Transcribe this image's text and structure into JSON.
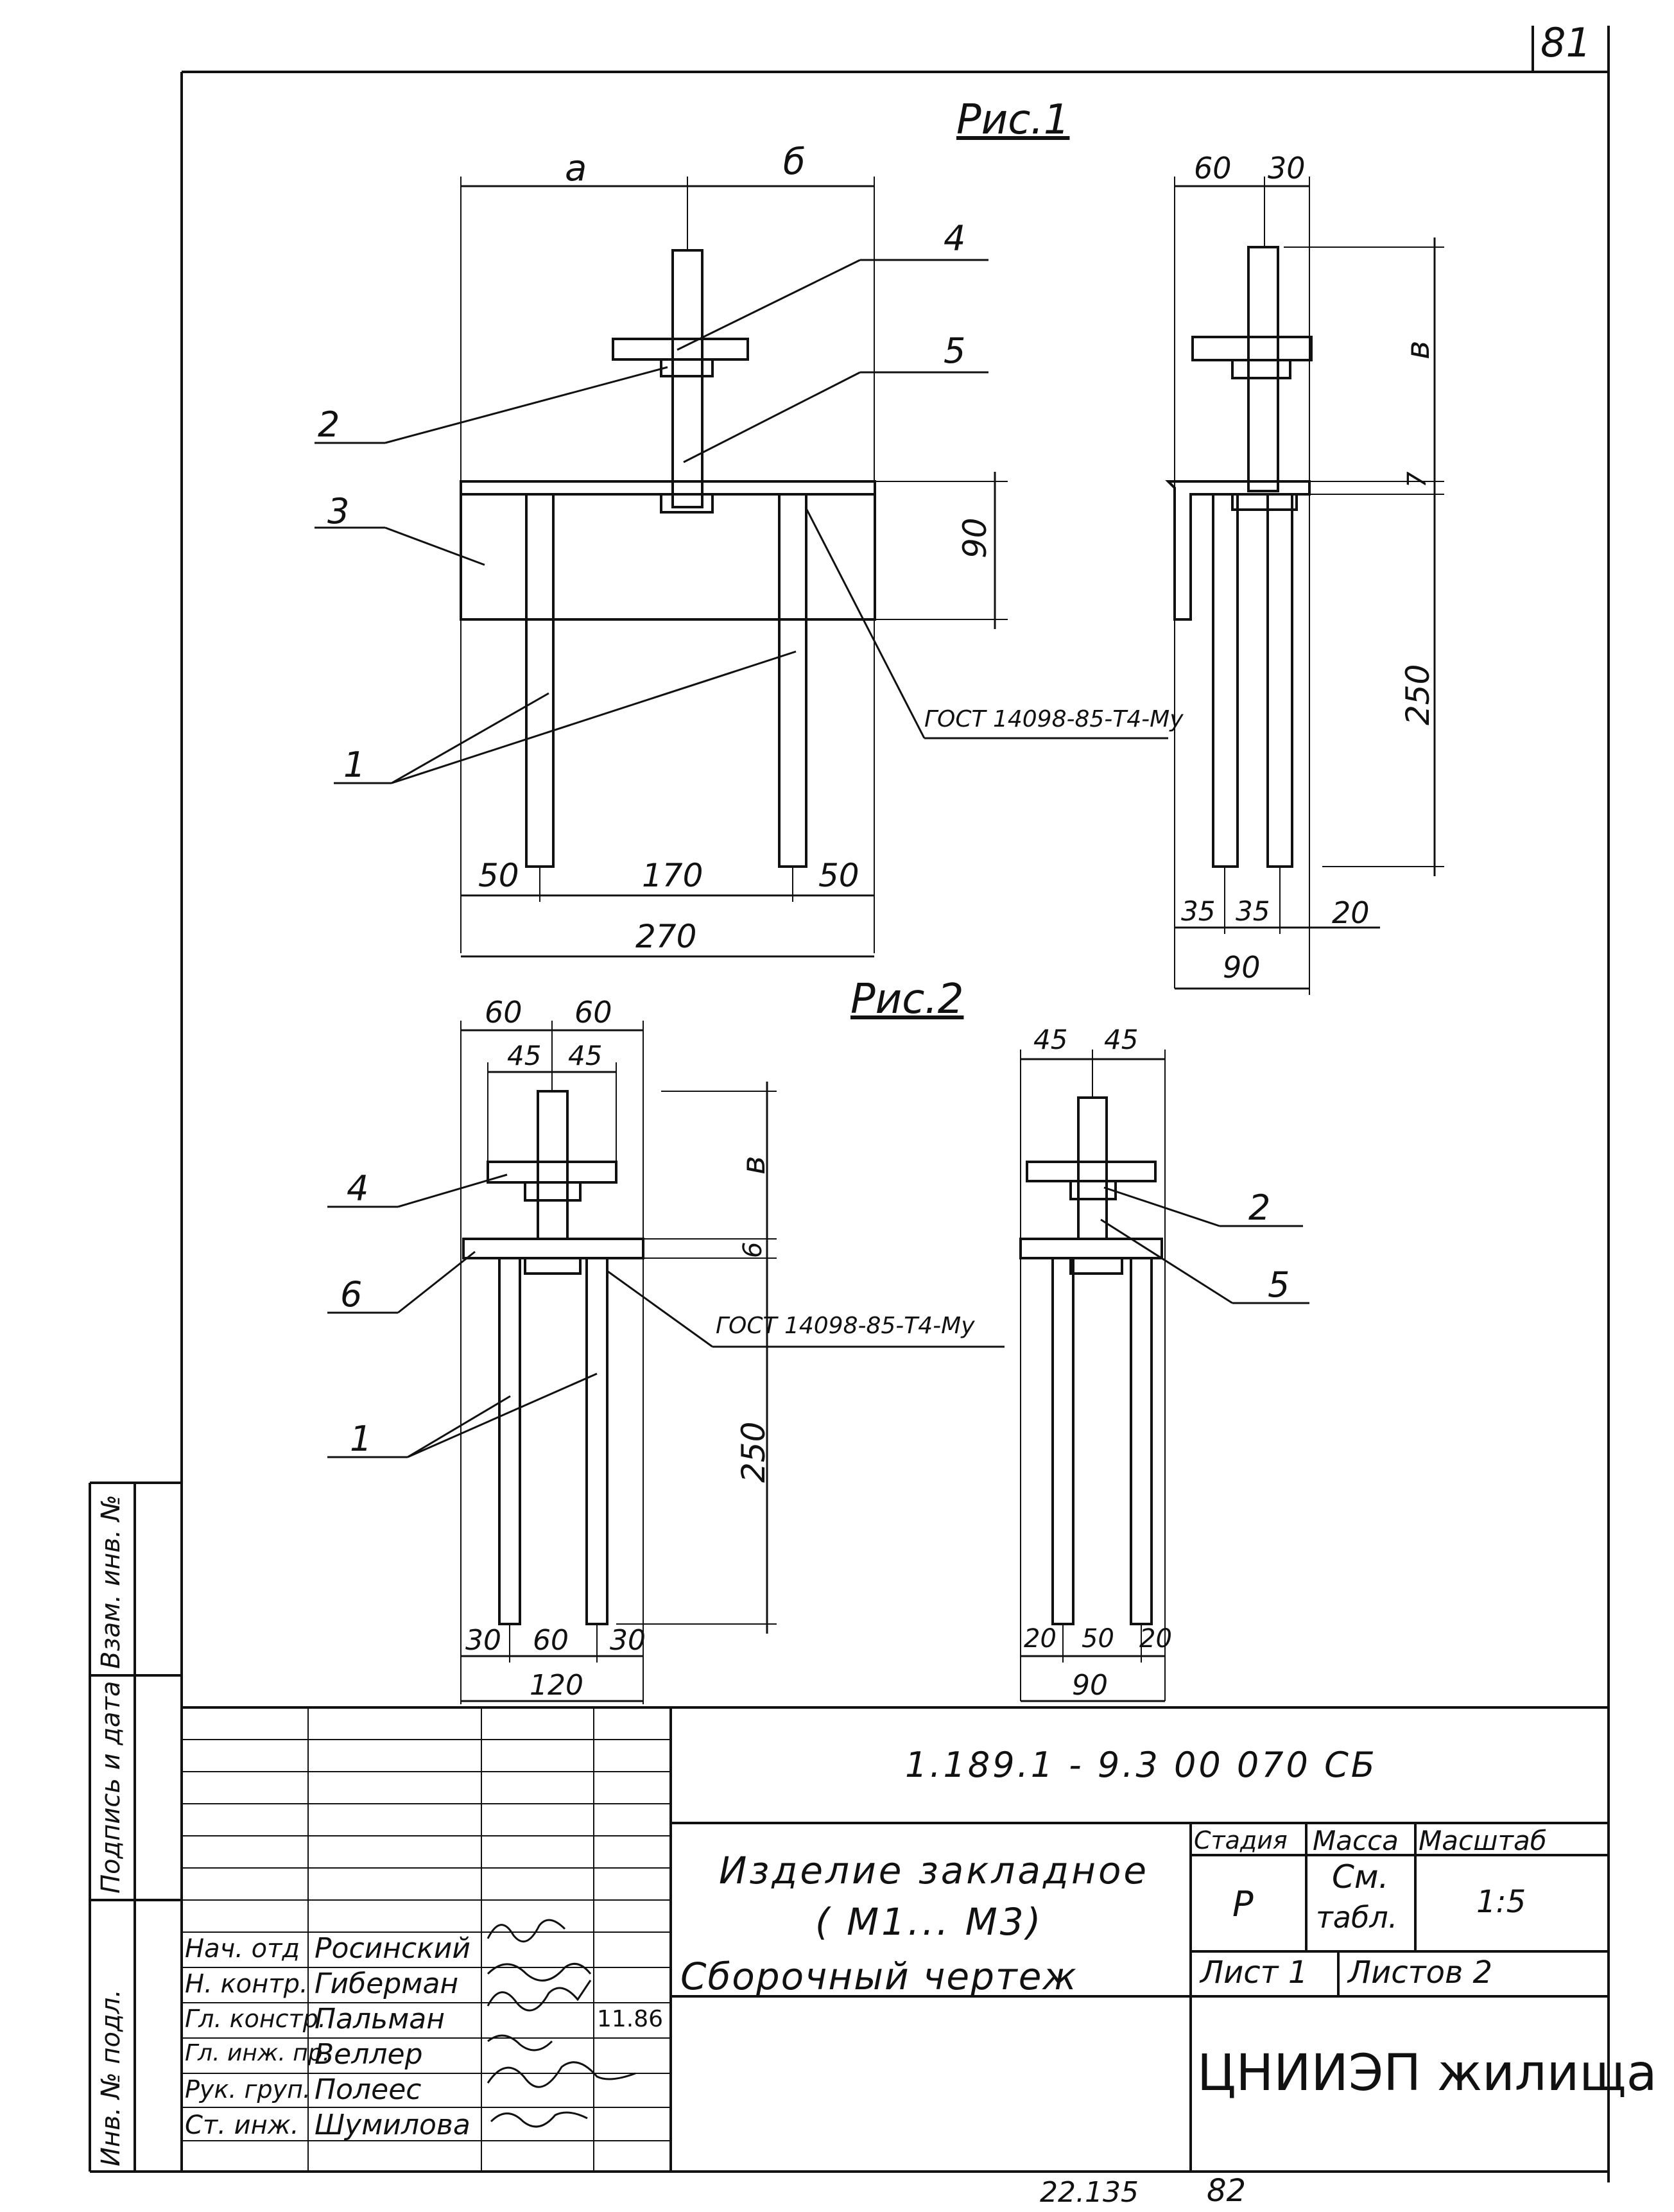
{
  "page_number": "81",
  "bottom_numbers": {
    "left": "22.135",
    "right": "82"
  },
  "figure1": {
    "title": "Рис.1",
    "front": {
      "dim_top": [
        "a",
        "б"
      ],
      "dim_bottom": [
        "50",
        "170",
        "50"
      ],
      "dim_total": "270",
      "dim_right": "90",
      "callouts": [
        "1",
        "2",
        "3",
        "4",
        "5"
      ],
      "gost": "ГОСТ 14098-85-Т4-Му"
    },
    "side": {
      "dim_top": [
        "60",
        "30"
      ],
      "dim_right": [
        "в",
        "7",
        "250"
      ],
      "dim_bottom": [
        "35",
        "35",
        "20"
      ],
      "dim_total": "90"
    }
  },
  "figure2": {
    "title": "Рис.2",
    "front": {
      "dim_top_outer": [
        "60",
        "60"
      ],
      "dim_top_inner": [
        "45",
        "45"
      ],
      "dim_right": [
        "в",
        "6",
        "250"
      ],
      "dim_bottom": [
        "30",
        "60",
        "30"
      ],
      "dim_total": "120",
      "callouts": [
        "1",
        "4",
        "6"
      ],
      "gost": "ГОСТ 14098-85-Т4-Му"
    },
    "side": {
      "dim_top": [
        "45",
        "45"
      ],
      "dim_bottom": [
        "20",
        "50",
        "20"
      ],
      "dim_total": "90",
      "callouts": [
        "2",
        "5"
      ]
    }
  },
  "side_stamp": [
    "Инв. № подл.",
    "Подпись и дата",
    "Взам. инв. №"
  ],
  "title_block": {
    "doc_code": "1.189.1 - 9.3     00 070 СБ",
    "name_line1": "Изделие закладное",
    "name_line2": "( М1... М3)",
    "name_line3": "Сборочный чертеж",
    "stage_header": "Стадия",
    "mass_header": "Масса",
    "scale_header": "Масштаб",
    "stage": "Р",
    "mass_line1": "См.",
    "mass_line2": "табл.",
    "scale": "1:5",
    "sheet": "Лист 1",
    "sheets": "Листов 2",
    "org": "ЦНИИЭП жилища",
    "date": "11.86",
    "roles": [
      "Нач. отд",
      "Н. контр.",
      "Гл. констр.",
      "Гл. инж. пр.",
      "Рук. груп.",
      "Ст. инж."
    ],
    "names": [
      "Росинский",
      "Гиберман",
      "Пальман",
      "Веллер",
      "Полеес",
      "Шумилова"
    ]
  }
}
